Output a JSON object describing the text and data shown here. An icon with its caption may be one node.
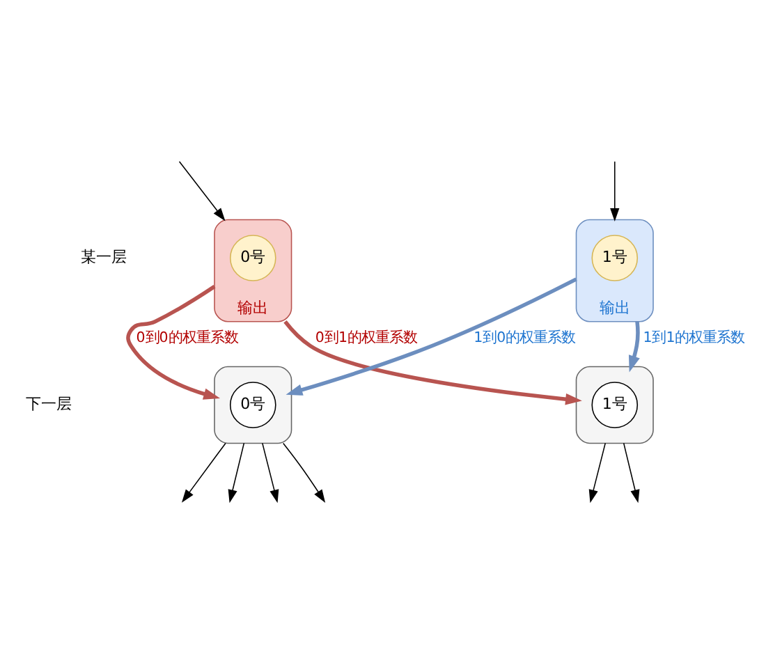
{
  "diagram": {
    "nodes": [
      {
        "text": [],
        "shape": "cloud",
        "beside": [
          "输出"
        ]
      },
      {
        "text": [
          "0号"
        ],
        "in": 0
      },
      {
        "text": [],
        "shape": "cloud",
        "beside": [
          "输出"
        ]
      },
      {
        "text": [
          "1号"
        ],
        "in": 2
      },
      {
        "text": [],
        "shape": "cloud"
      },
      {
        "text": [
          "0号"
        ],
        "in": 4
      },
      {
        "text": [],
        "shape": "cloud"
      },
      {
        "text": [
          "1号"
        ],
        "in": 6
      }
    ],
    "edges": [
      {
        "from": null,
        "to": 0,
        "arrow": "to"
      },
      {
        "from": null,
        "to": 2,
        "arrow": "to"
      },
      {
        "from": 0,
        "to": 4,
        "arrow": "to",
        "label": "0到0的权重系数",
        "style": "thick",
        "color": "#b85450"
      },
      {
        "from": 2,
        "to": 4,
        "arrow": "to",
        "label": "1到0的权重系数",
        "style": "thick",
        "color": "#6c8ebf"
      },
      {
        "from": 0,
        "to": 6,
        "arrow": "to",
        "label": "0到1的权重系数",
        "style": "thick",
        "color": "#b85450"
      },
      {
        "from": 2,
        "to": 6,
        "arrow": "to",
        "label": "1到1的权重系数",
        "style": "thick",
        "color": "#6c8ebf"
      },
      {
        "from": 4,
        "to": null,
        "arrow": "to"
      },
      {
        "from": 4,
        "to": null,
        "arrow": "to"
      },
      {
        "from": 4,
        "to": null,
        "arrow": "to"
      },
      {
        "from": 4,
        "to": null,
        "arrow": "to"
      },
      {
        "from": 6,
        "to": null,
        "arrow": "to"
      },
      {
        "from": 6,
        "to": null,
        "arrow": "to"
      }
    ],
    "labels": [
      "某一层",
      "下一层"
    ]
  }
}
